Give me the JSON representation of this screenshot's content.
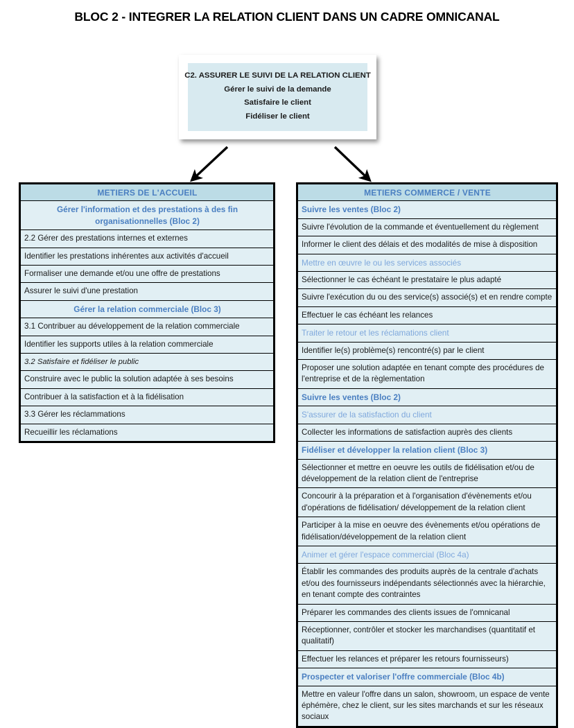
{
  "title": "BLOC 2 - INTEGRER LA RELATION CLIENT DANS UN CADRE OMNICANAL",
  "colors": {
    "header_fill": "#bcdce6",
    "row_fill": "#e1eff4",
    "section_blue": "#4a7fc1",
    "sub_blue": "#7fa8dc",
    "border": "#000000",
    "text": "#1a1a1a"
  },
  "top_card": {
    "lines": [
      "C2. ASSURER LE SUIVI DE LA RELATION CLIENT",
      "Gérer le suivi de la demande",
      "Satisfaire le client",
      "Fidéliser le client"
    ]
  },
  "arrows": {
    "left_arrow_name": "arrow-to-accueil",
    "right_arrow_name": "arrow-to-commerce"
  },
  "left_table": {
    "header": "METIERS DE L'ACCUEIL",
    "rows": [
      {
        "text": "Gérer l'information et des prestations à des fin organisationnelles (Bloc 2)",
        "style": "section center"
      },
      {
        "text": "2.2 Gérer des prestations internes et externes",
        "style": "normal"
      },
      {
        "text": "Identifier les prestations inhérentes aux activités d'accueil",
        "style": "normal"
      },
      {
        "text": "Formaliser une demande et/ou une offre de prestations",
        "style": "normal"
      },
      {
        "text": "Assurer le suivi d'une prestation",
        "style": "normal"
      },
      {
        "text": "Gérer la relation commerciale (Bloc 3)",
        "style": "section center"
      },
      {
        "text": "3.1 Contribuer au développement de la relation commerciale",
        "style": "normal"
      },
      {
        "text": "Identifier les supports utiles à la relation commerciale",
        "style": "normal"
      },
      {
        "text": "3.2 Satisfaire et fidéliser le public",
        "style": "italic"
      },
      {
        "text": "Construire avec le public la solution adaptée à ses besoins",
        "style": "normal"
      },
      {
        "text": "Contribuer à la satisfaction et à la fidélisation",
        "style": "normal"
      },
      {
        "text": "3.3 Gérer les réclammations",
        "style": "normal"
      },
      {
        "text": "Recueillir les réclamations",
        "style": "normal"
      }
    ]
  },
  "right_table": {
    "header": "METIERS COMMERCE / VENTE",
    "rows": [
      {
        "text": "Suivre les ventes (Bloc 2)",
        "style": "section"
      },
      {
        "text": "Suivre l'évolution de la commande et éventuellement du règlement",
        "style": "normal"
      },
      {
        "text": "Informer le client des délais et des modalités de mise à disposition",
        "style": "normal"
      },
      {
        "text": "Mettre en œuvre le ou les services associés",
        "style": "sub"
      },
      {
        "text": "Sélectionner le cas échéant le prestataire le plus adapté",
        "style": "normal"
      },
      {
        "text": "Suivre l'exécution du ou des service(s) associé(s) et en rendre compte",
        "style": "normal"
      },
      {
        "text": "Effectuer le cas échéant les relances",
        "style": "normal"
      },
      {
        "text": "Traiter le retour et les réclamations client",
        "style": "sub"
      },
      {
        "text": "Identifier le(s) problème(s) rencontré(s) par le client",
        "style": "normal"
      },
      {
        "text": "Proposer une solution adaptée en tenant compte des procédures de l'entreprise et de la règlementation",
        "style": "normal"
      },
      {
        "text": "Suivre les ventes (Bloc 2)",
        "style": "section"
      },
      {
        "text": "S'assurer de la satisfaction du client",
        "style": "sub"
      },
      {
        "text": "Collecter les informations de satisfaction auprès des clients",
        "style": "normal"
      },
      {
        "text": "Fidéliser et développer la relation client (Bloc 3)",
        "style": "section"
      },
      {
        "text": "Sélectionner et mettre en oeuvre les outils de fidélisation et/ou de développement de la relation client de l'entreprise",
        "style": "normal"
      },
      {
        "text": "Concourir à la préparation et à l'organisation d'évènements et/ou d'opérations de fidélisation/ développement de la relation client",
        "style": "normal"
      },
      {
        "text": "Participer à la mise en oeuvre des évènements et/ou opérations de fidélisation/développement de la relation client",
        "style": "normal"
      },
      {
        "text": "Animer et gérer l'espace commercial (Bloc 4a)",
        "style": "sub"
      },
      {
        "text": "Établir les commandes des produits auprès de la centrale d'achats et/ou des fournisseurs indépendants  sélectionnés avec la hiérarchie, en tenant compte des contraintes",
        "style": "normal"
      },
      {
        "text": "Préparer les commandes des clients issues de l'omnicanal",
        "style": "normal"
      },
      {
        "text": "Réceptionner, contrôler et stocker les marchandises (quantitatif et qualitatif)",
        "style": "normal"
      },
      {
        "text": "Effectuer les relances et préparer les retours fournisseurs)",
        "style": "normal"
      },
      {
        "text": "Prospecter et valoriser l'offre commerciale (Bloc 4b)",
        "style": "section"
      },
      {
        "text": "Mettre en valeur l'offre dans un salon, showroom, un espace de vente éphémère, chez le client, sur les sites marchands et sur les réseaux sociaux",
        "style": "normal"
      }
    ]
  }
}
